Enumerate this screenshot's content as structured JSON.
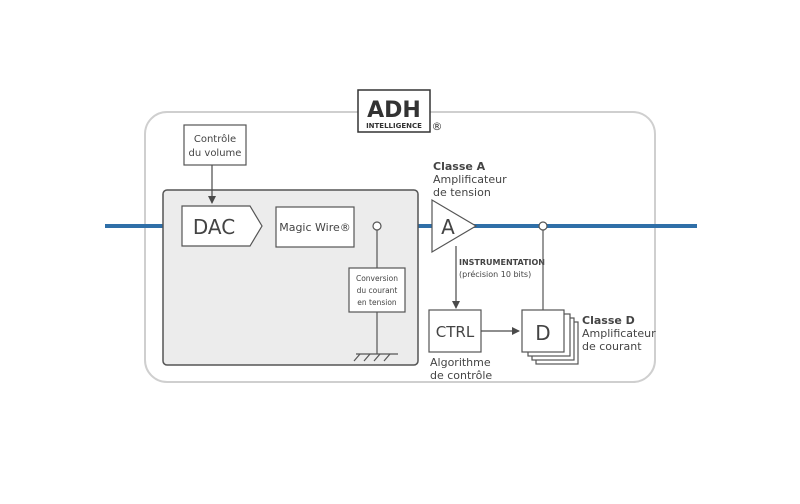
{
  "logo": {
    "brand": "ADH",
    "subtitle": "INTELLIGENCE",
    "mark": "®"
  },
  "blocks": {
    "volume": [
      "Contrôle",
      "du volume"
    ],
    "dac": "DAC",
    "magic_wire": "Magic Wire®",
    "conversion": [
      "Conversion",
      "du courant",
      "en tension"
    ],
    "amp_a": "A",
    "ctrl": "CTRL",
    "amp_d": "D"
  },
  "labels": {
    "classe_a": {
      "title": "Classe A",
      "lines": [
        "Amplificateur",
        "de tension"
      ]
    },
    "instrumentation": {
      "title": "INSTRUMENTATION",
      "detail": "(précision 10 bits)"
    },
    "classe_d": {
      "title": "Classe D",
      "lines": [
        "Amplificateur",
        "de courant"
      ]
    },
    "algorithme": [
      "Algorithme",
      "de contrôle"
    ]
  },
  "colors": {
    "signal_line": "#2f6fa8",
    "stroke": "#4a4a4a",
    "outer_frame": "#cfcfcf",
    "text": "#444444",
    "block_fill": "#ececec"
  }
}
